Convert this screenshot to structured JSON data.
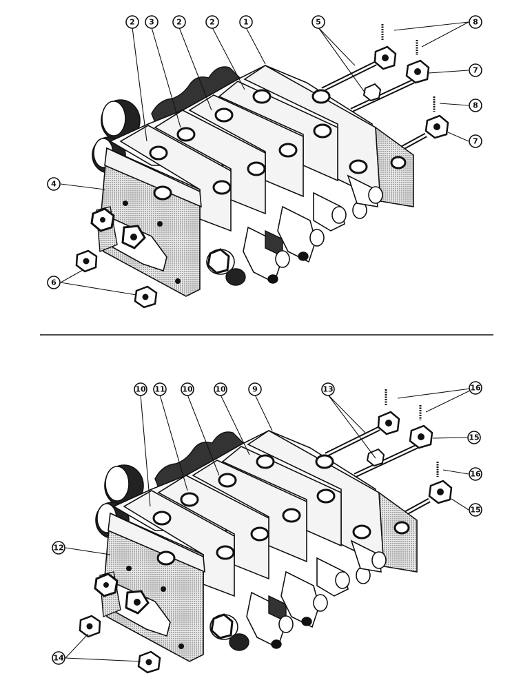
{
  "diagram": {
    "upper_assembly": {
      "callouts": [
        "1",
        "2",
        "2",
        "2",
        "3",
        "4",
        "5",
        "6",
        "7",
        "7",
        "8",
        "8"
      ]
    },
    "lower_assembly": {
      "callouts": [
        "9",
        "10",
        "10",
        "10",
        "11",
        "12",
        "13",
        "14",
        "15",
        "15",
        "16",
        "16"
      ]
    }
  }
}
